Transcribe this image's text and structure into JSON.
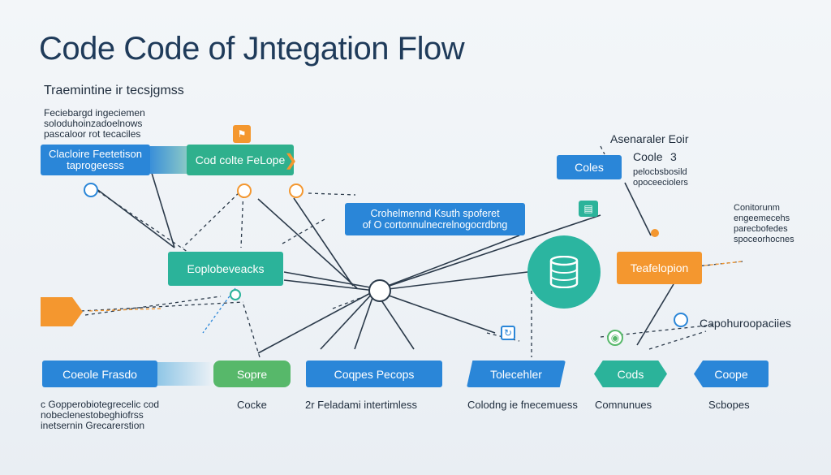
{
  "title": "Code Code of  Jntegation Flow",
  "subtitle": "Traemintine ir tecsjgmss",
  "intro_note": "Feciebargd ingeciemen\nsoloduhoinzadoelnows\npascaloor rot tecaciles",
  "top_left_box": "Clacloire Feetetison\ntaprogeesss",
  "code_loop_box": "Cod colte FeLope",
  "center_box": "Crohelmennd Ksuth spoferet\nof O cortonnulnecrelnogocrdbng",
  "explore_box": "Eoplobeveacks",
  "right_top_title": "Asenaraler Eoir",
  "right_top_code": "Coole",
  "right_top_num": "3",
  "right_top_box": "Coles",
  "right_top_note": "pelocbsbosild\nopoceeciolers",
  "right_mid_note": "Conitorunm\nengeemecehs\nparecbofedes\nspoceorhocnes",
  "right_orange_box": "Teafelopion",
  "right_caption": "Capohuroopaciies",
  "bottom_boxes": [
    "Coeole Frasdo",
    "Sopre",
    "Coqpes Pecops",
    "Tolecehler",
    "Cods",
    "Coope"
  ],
  "bottom_captions": [
    "c Gopperobiotegrecelic cod\nnobeclenestobeghiofrss\ninetsernin Grecarerstion",
    "Cocke",
    "2r Feladami intertimless",
    "Colodng ie fnecemuess",
    "Comnunues",
    "Scbopes"
  ],
  "colors": {
    "blue": "#2a86d8",
    "teal": "#2bb39a",
    "green": "#57b86a",
    "orange": "#f4972f",
    "title": "#1f3b5a",
    "line": "#2b3a4a"
  },
  "icons": [
    "flag-icon",
    "code-icon",
    "database-icon",
    "gear-icon",
    "hub-icon",
    "link-icon"
  ]
}
